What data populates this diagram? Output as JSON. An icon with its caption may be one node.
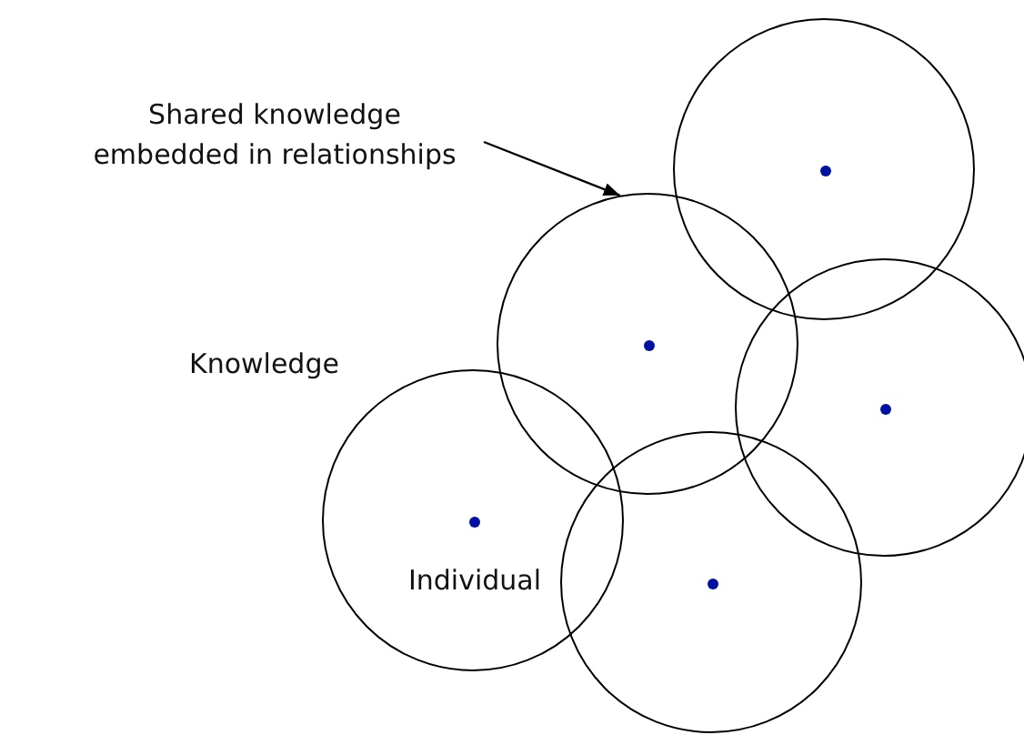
{
  "diagram": {
    "nodes": [
      {
        "text": [
          "Shared knowledge embedded in relationships"
        ]
      },
      {
        "text": [],
        "shape": "circle"
      },
      {
        "text": [],
        "shape": "circle"
      },
      {
        "text": [],
        "shape": "circle"
      },
      {
        "text": [
          "Individual"
        ]
      },
      {
        "text": [],
        "shape": "circle"
      }
    ],
    "edges": [
      {
        "from": 0,
        "to": 2,
        "arrow": "to"
      }
    ],
    "labels": [
      "Knowledge"
    ]
  }
}
